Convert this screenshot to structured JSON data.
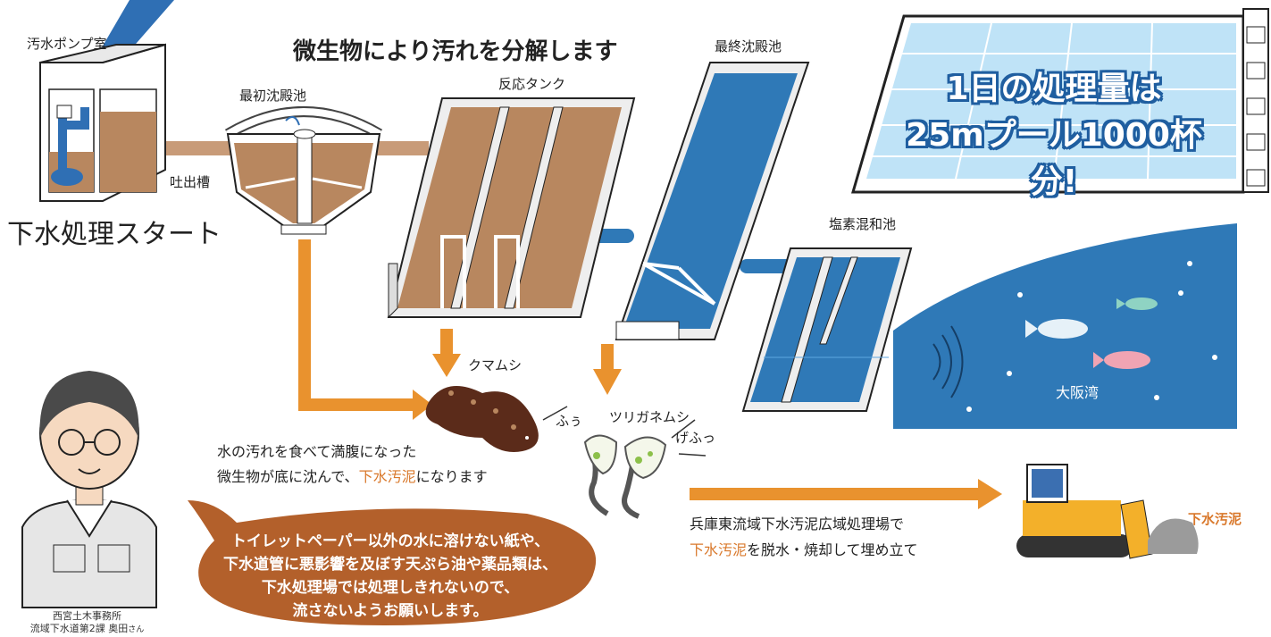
{
  "header": {
    "title": "微生物により汚れを分解します"
  },
  "stations": {
    "pump_room": "汚水ポンプ室",
    "discharge_tank": "吐出槽",
    "first_settling": "最初沈殿池",
    "reaction_tank": "反応タンク",
    "final_settling": "最終沈殿池",
    "chlorine_tank": "塩素混和池",
    "bay": "大阪湾"
  },
  "start_label": "下水処理スタート",
  "pool": {
    "line1": "1日の処理量は",
    "line2": "25mプール1000杯分!"
  },
  "microbes": {
    "kumamushi": "クマムシ",
    "tsuriganemushi": "ツリガネムシ",
    "sound_fuu": "ふぅ",
    "sound_gefu": "げふっ"
  },
  "explanation": {
    "line1": "水の汚れを食べて満腹になった",
    "line2_prefix": "微生物が底に沈んで、",
    "line2_highlight": "下水汚泥",
    "line2_suffix": "になります"
  },
  "sludge_plant": {
    "line1": "兵庫東流域下水汚泥広域処理場で",
    "line2_highlight": "下水汚泥",
    "line2_suffix": "を脱水・焼却して埋め立て"
  },
  "sludge_label": "下水汚泥",
  "speech": {
    "line1": "トイレットペーパー以外の水に溶けない紙や、",
    "line2": "下水道管に悪影響を及ぼす天ぷら油や薬品類は、",
    "line3": "下水処理場では処理しきれないので、",
    "line4": "流さないようお願いします。"
  },
  "person": {
    "office": "西宮土木事務所",
    "section": "流域下水道第2課 奥田",
    "honorific": "さん"
  },
  "colors": {
    "water": "#2f79b7",
    "sludge": "#b8875f",
    "arrow": "#e9922e",
    "speech_bubble": "#b3602b",
    "pool": "#bfe3f7"
  }
}
